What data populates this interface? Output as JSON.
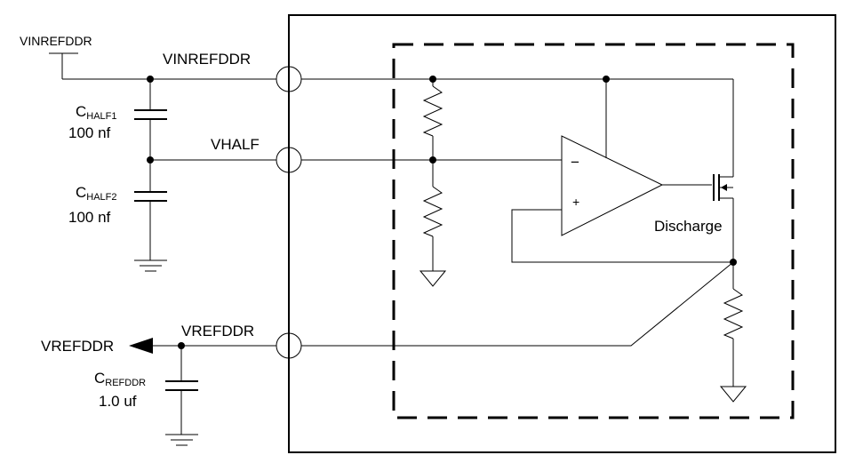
{
  "labels": {
    "vin_source": "VINREFDDR",
    "vin_pin": "VINREFDDR",
    "vhalf_pin": "VHALF",
    "vref_pin": "VREFDDR",
    "vref_out": "VREFDDR",
    "discharge": "Discharge",
    "opamp_minus": "−",
    "opamp_plus": "+"
  },
  "capacitors": [
    {
      "name_main": "C",
      "name_sub": "HALF1",
      "value": "100 nf"
    },
    {
      "name_main": "C",
      "name_sub": "HALF2",
      "value": "100 nf"
    },
    {
      "name_main": "C",
      "name_sub": "REFDDR",
      "value": "1.0 uf"
    }
  ]
}
